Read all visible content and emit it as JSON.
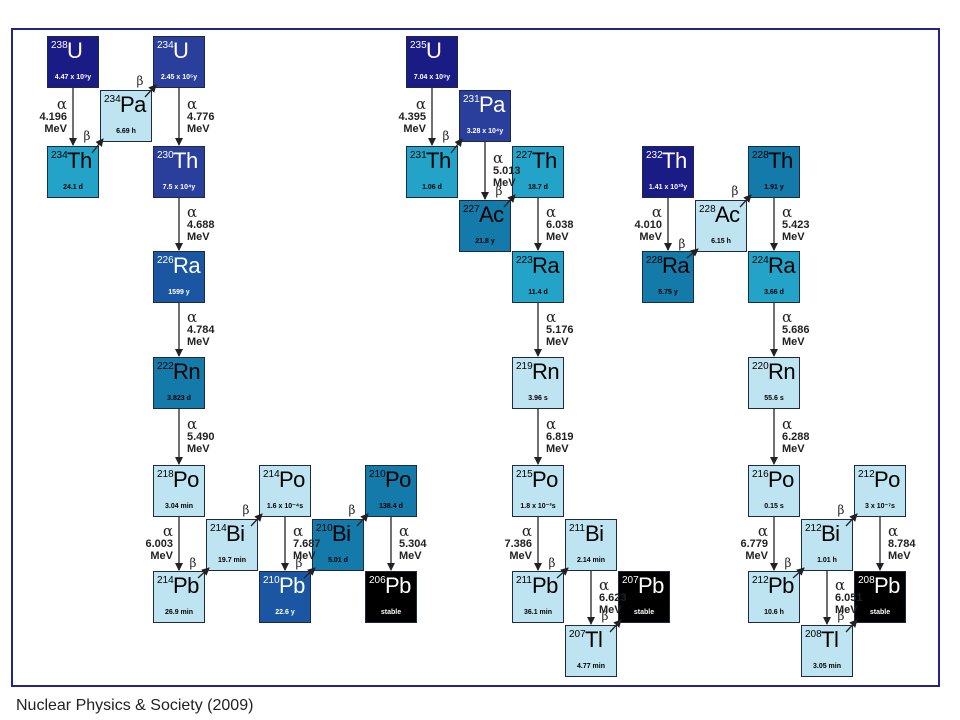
{
  "caption": "Nuclear Physics & Society (2009)",
  "alpha_symbol": "α",
  "beta_symbol": "β",
  "colors": {
    "frame": "#23238a",
    "navy": "#1b1b86",
    "royal": "#2a3e9c",
    "blue": "#1a56a2",
    "teal": "#147aaa",
    "cyan": "#22a3c7",
    "pale": "#bfe4f1",
    "black": "#000000",
    "arrow": "#222222"
  },
  "nuclides": [
    {
      "id": "u238",
      "mass": "238",
      "symbol": "U",
      "half_life": "4.47 x 10⁹y",
      "color": "navy"
    },
    {
      "id": "u234",
      "mass": "234",
      "symbol": "U",
      "half_life": "2.45 x 10⁵y",
      "color": "royal"
    },
    {
      "id": "pa234",
      "mass": "234",
      "symbol": "Pa",
      "half_life": "6.69 h",
      "color": "pale"
    },
    {
      "id": "th234",
      "mass": "234",
      "symbol": "Th",
      "half_life": "24.1 d",
      "color": "cyan"
    },
    {
      "id": "th230",
      "mass": "230",
      "symbol": "Th",
      "half_life": "7.5 x 10⁴y",
      "color": "royal"
    },
    {
      "id": "ra226",
      "mass": "226",
      "symbol": "Ra",
      "half_life": "1599 y",
      "color": "blue"
    },
    {
      "id": "rn222",
      "mass": "222",
      "symbol": "Rn",
      "half_life": "3.823 d",
      "color": "teal"
    },
    {
      "id": "po218",
      "mass": "218",
      "symbol": "Po",
      "half_life": "3.04 min",
      "color": "pale"
    },
    {
      "id": "po214",
      "mass": "214",
      "symbol": "Po",
      "half_life": "1.6 x 10⁻⁴s",
      "color": "pale"
    },
    {
      "id": "po210",
      "mass": "210",
      "symbol": "Po",
      "half_life": "138.4 d",
      "color": "teal"
    },
    {
      "id": "bi214",
      "mass": "214",
      "symbol": "Bi",
      "half_life": "19.7 min",
      "color": "pale"
    },
    {
      "id": "bi210",
      "mass": "210",
      "symbol": "Bi",
      "half_life": "5.01 d",
      "color": "teal"
    },
    {
      "id": "pb214",
      "mass": "214",
      "symbol": "Pb",
      "half_life": "26.9 min",
      "color": "pale"
    },
    {
      "id": "pb210",
      "mass": "210",
      "symbol": "Pb",
      "half_life": "22.6 y",
      "color": "blue"
    },
    {
      "id": "pb206",
      "mass": "206",
      "symbol": "Pb",
      "half_life": "stable",
      "color": "black"
    },
    {
      "id": "u235",
      "mass": "235",
      "symbol": "U",
      "half_life": "7.04 x 10⁸y",
      "color": "navy"
    },
    {
      "id": "pa231",
      "mass": "231",
      "symbol": "Pa",
      "half_life": "3.28 x 10⁴y",
      "color": "royal"
    },
    {
      "id": "th231",
      "mass": "231",
      "symbol": "Th",
      "half_life": "1.06 d",
      "color": "cyan"
    },
    {
      "id": "th227",
      "mass": "227",
      "symbol": "Th",
      "half_life": "18.7 d",
      "color": "cyan"
    },
    {
      "id": "ac227",
      "mass": "227",
      "symbol": "Ac",
      "half_life": "21.8 y",
      "color": "teal"
    },
    {
      "id": "ra223",
      "mass": "223",
      "symbol": "Ra",
      "half_life": "11.4 d",
      "color": "cyan"
    },
    {
      "id": "rn219",
      "mass": "219",
      "symbol": "Rn",
      "half_life": "3.96 s",
      "color": "pale"
    },
    {
      "id": "po215",
      "mass": "215",
      "symbol": "Po",
      "half_life": "1.8 x 10⁻³s",
      "color": "pale"
    },
    {
      "id": "bi211",
      "mass": "211",
      "symbol": "Bi",
      "half_life": "2.14 min",
      "color": "pale"
    },
    {
      "id": "pb211",
      "mass": "211",
      "symbol": "Pb",
      "half_life": "36.1 min",
      "color": "pale"
    },
    {
      "id": "pb207",
      "mass": "207",
      "symbol": "Pb",
      "half_life": "stable",
      "color": "black"
    },
    {
      "id": "tl207",
      "mass": "207",
      "symbol": "Tl",
      "half_life": "4.77 min",
      "color": "pale"
    },
    {
      "id": "th232",
      "mass": "232",
      "symbol": "Th",
      "half_life": "1.41 x 10¹⁰y",
      "color": "navy"
    },
    {
      "id": "th228",
      "mass": "228",
      "symbol": "Th",
      "half_life": "1.91 y",
      "color": "teal"
    },
    {
      "id": "ac228",
      "mass": "228",
      "symbol": "Ac",
      "half_life": "6.15 h",
      "color": "pale"
    },
    {
      "id": "ra228",
      "mass": "228",
      "symbol": "Ra",
      "half_life": "5.75 y",
      "color": "teal"
    },
    {
      "id": "ra224",
      "mass": "224",
      "symbol": "Ra",
      "half_life": "3.66 d",
      "color": "cyan"
    },
    {
      "id": "rn220",
      "mass": "220",
      "symbol": "Rn",
      "half_life": "55.6 s",
      "color": "pale"
    },
    {
      "id": "po216",
      "mass": "216",
      "symbol": "Po",
      "half_life": "0.15 s",
      "color": "pale"
    },
    {
      "id": "po212",
      "mass": "212",
      "symbol": "Po",
      "half_life": "3 x 10⁻⁷s",
      "color": "pale"
    },
    {
      "id": "bi212",
      "mass": "212",
      "symbol": "Bi",
      "half_life": "1.01 h",
      "color": "pale"
    },
    {
      "id": "pb212",
      "mass": "212",
      "symbol": "Pb",
      "half_life": "10.6 h",
      "color": "pale"
    },
    {
      "id": "pb208",
      "mass": "208",
      "symbol": "Pb",
      "half_life": "stable",
      "color": "black"
    },
    {
      "id": "tl208",
      "mass": "208",
      "symbol": "Tl",
      "half_life": "3.05 min",
      "color": "pale"
    }
  ],
  "alpha_decays": [
    {
      "from": "u238",
      "to": "th234",
      "energy": "4.196",
      "unit": "MeV"
    },
    {
      "from": "u234",
      "to": "th230",
      "energy": "4.776",
      "unit": "MeV"
    },
    {
      "from": "th230",
      "to": "ra226",
      "energy": "4.688",
      "unit": "MeV"
    },
    {
      "from": "ra226",
      "to": "rn222",
      "energy": "4.784",
      "unit": "MeV"
    },
    {
      "from": "rn222",
      "to": "po218",
      "energy": "5.490",
      "unit": "MeV"
    },
    {
      "from": "po218",
      "to": "pb214",
      "energy": "6.003",
      "unit": "MeV"
    },
    {
      "from": "po214",
      "to": "pb210",
      "energy": "7.687",
      "unit": "MeV"
    },
    {
      "from": "po210",
      "to": "pb206",
      "energy": "5.304",
      "unit": "MeV"
    },
    {
      "from": "u235",
      "to": "th231",
      "energy": "4.395",
      "unit": "MeV"
    },
    {
      "from": "pa231",
      "to": "ac227",
      "energy": "5.013",
      "unit": "MeV"
    },
    {
      "from": "th227",
      "to": "ra223",
      "energy": "6.038",
      "unit": "MeV"
    },
    {
      "from": "ra223",
      "to": "rn219",
      "energy": "5.176",
      "unit": "MeV"
    },
    {
      "from": "rn219",
      "to": "po215",
      "energy": "6.819",
      "unit": "MeV"
    },
    {
      "from": "po215",
      "to": "pb211",
      "energy": "7.386",
      "unit": "MeV"
    },
    {
      "from": "bi211",
      "to": "tl207",
      "energy": "6.623",
      "unit": "MeV"
    },
    {
      "from": "th232",
      "to": "ra228",
      "energy": "4.010",
      "unit": "MeV"
    },
    {
      "from": "th228",
      "to": "ra224",
      "energy": "5.423",
      "unit": "MeV"
    },
    {
      "from": "ra224",
      "to": "rn220",
      "energy": "5.686",
      "unit": "MeV"
    },
    {
      "from": "rn220",
      "to": "po216",
      "energy": "6.288",
      "unit": "MeV"
    },
    {
      "from": "po216",
      "to": "pb212",
      "energy": "6.779",
      "unit": "MeV"
    },
    {
      "from": "po212",
      "to": "pb208",
      "energy": "8.784",
      "unit": "MeV"
    },
    {
      "from": "bi212",
      "to": "tl208",
      "energy": "6.051",
      "unit": "MeV"
    }
  ],
  "beta_decays": [
    {
      "from": "th234",
      "to": "pa234"
    },
    {
      "from": "pa234",
      "to": "u234"
    },
    {
      "from": "pb214",
      "to": "bi214"
    },
    {
      "from": "bi214",
      "to": "po214"
    },
    {
      "from": "pb210",
      "to": "bi210"
    },
    {
      "from": "bi210",
      "to": "po210"
    },
    {
      "from": "th231",
      "to": "pa231"
    },
    {
      "from": "ac227",
      "to": "th227"
    },
    {
      "from": "pb211",
      "to": "bi211"
    },
    {
      "from": "tl207",
      "to": "pb207"
    },
    {
      "from": "ra228",
      "to": "ac228"
    },
    {
      "from": "ac228",
      "to": "th228"
    },
    {
      "from": "pb212",
      "to": "bi212"
    },
    {
      "from": "bi212",
      "to": "po212"
    },
    {
      "from": "tl208",
      "to": "pb208"
    }
  ]
}
